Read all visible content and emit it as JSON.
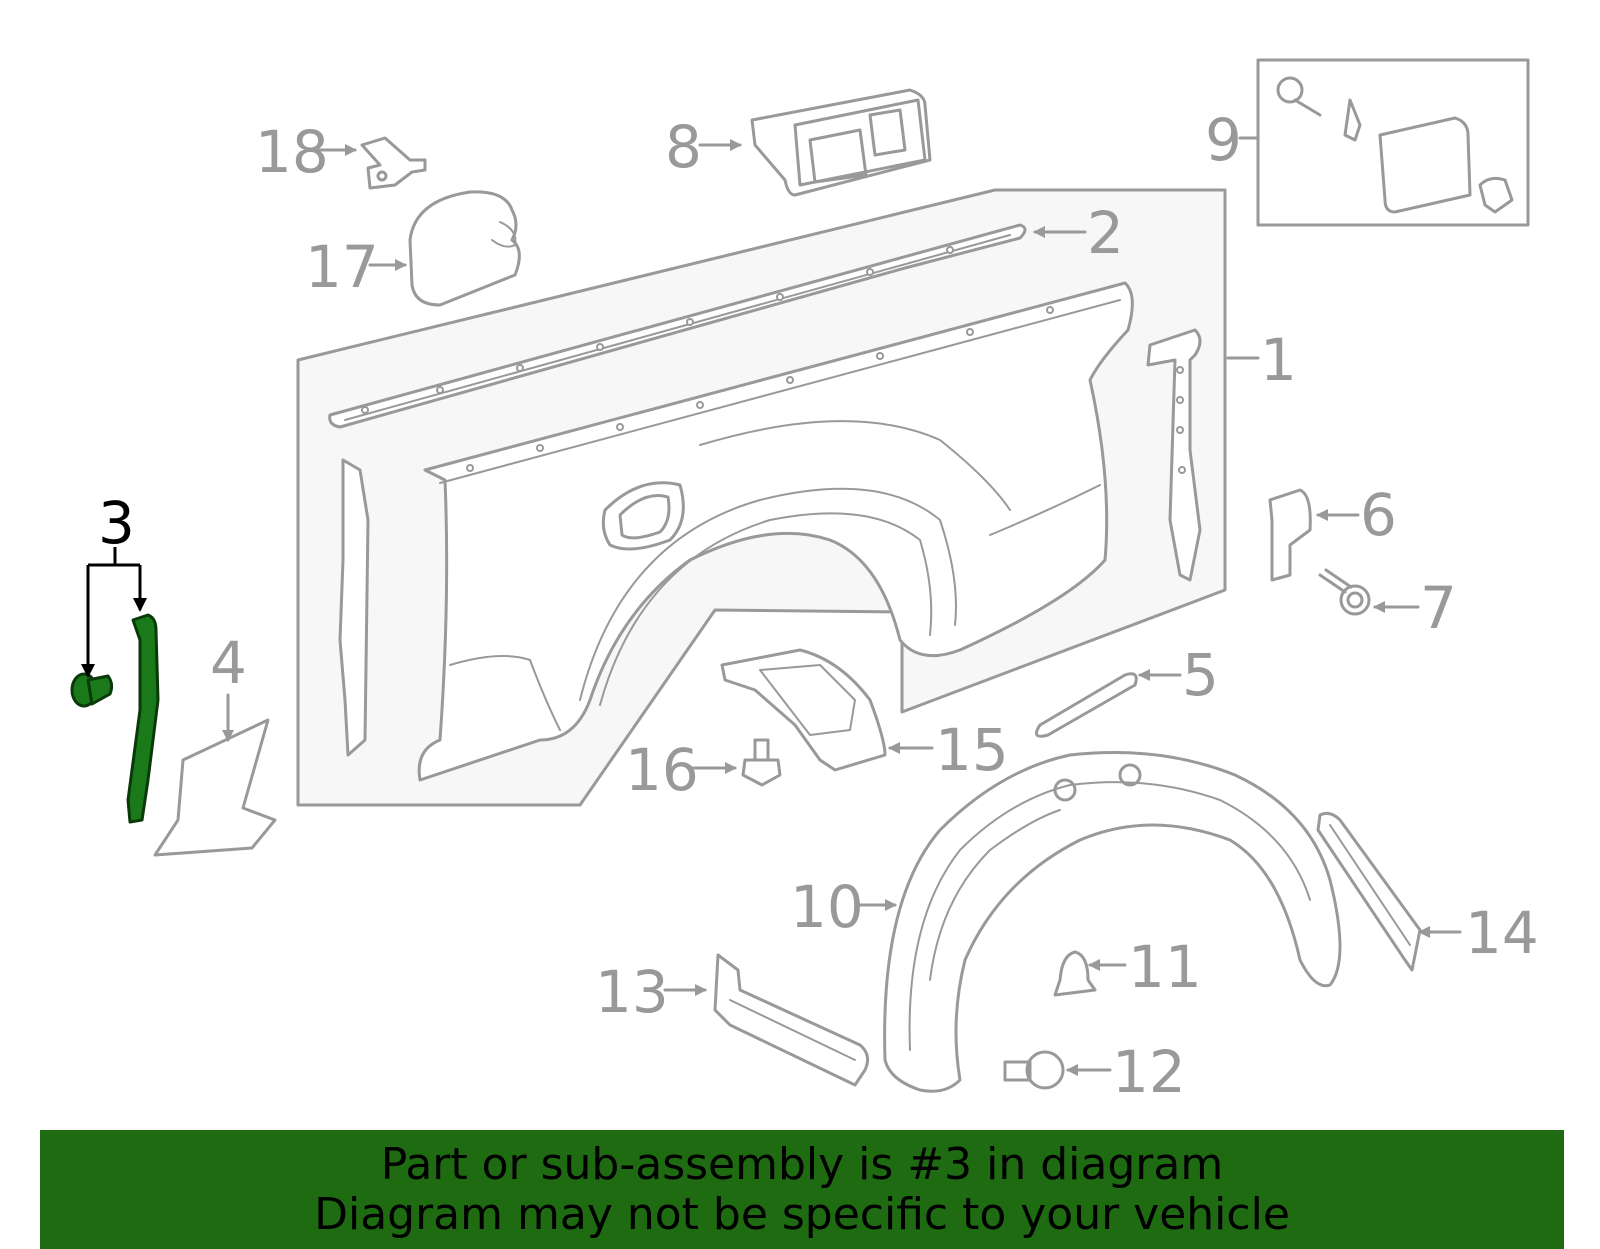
{
  "colors": {
    "line": "#999999",
    "panel_fill": "#f7f7f7",
    "highlight": "#1a7a1a",
    "highlight_stroke": "#0a3a0a",
    "banner_bg": "#1e6b12",
    "callout_text": "#999999",
    "highlight_text": "#000000"
  },
  "callouts": {
    "c1": "1",
    "c2": "2",
    "c3": "3",
    "c4": "4",
    "c5": "5",
    "c6": "6",
    "c7": "7",
    "c8": "8",
    "c9": "9",
    "c10": "10",
    "c11": "11",
    "c12": "12",
    "c13": "13",
    "c14": "14",
    "c15": "15",
    "c16": "16",
    "c17": "17",
    "c18": "18"
  },
  "highlighted_part": "3",
  "banner": {
    "line1": "Part or sub-assembly is #3 in diagram",
    "line2": "Diagram may not be specific to your vehicle"
  }
}
